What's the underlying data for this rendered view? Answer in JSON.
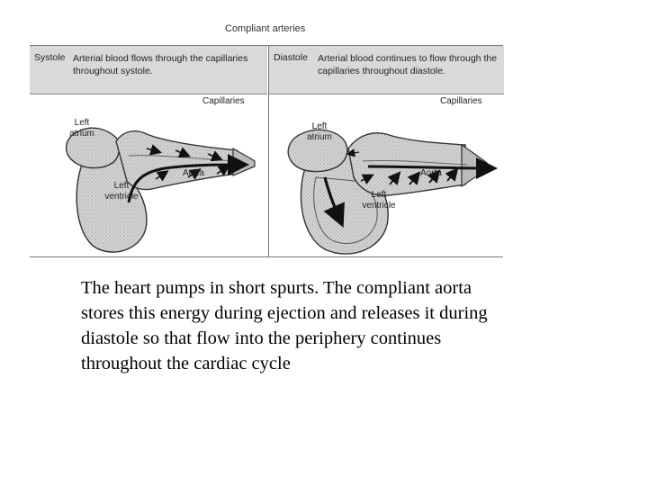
{
  "figure": {
    "title": "Compliant arteries",
    "systole": {
      "phase": "Systole",
      "description": "Arterial blood flows through the capillaries throughout systole.",
      "labels": {
        "capillaries": "Capillaries",
        "left_atrium": "Left atrium",
        "aorta": "Aorta",
        "left_ventricle": "Left ventricle"
      }
    },
    "diastole": {
      "phase": "Diastole",
      "description": "Arterial blood continues to flow through the capillaries throughout diastole.",
      "labels": {
        "capillaries": "Capillaries",
        "left_atrium": "Left atrium",
        "aorta": "Aorta",
        "left_ventricle": "Left ventricle"
      }
    }
  },
  "body_text": "The heart pumps in short spurts.  The compliant aorta stores this energy during ejection and releases it during diastole so that flow into the periphery continues throughout the cardiac cycle",
  "colors": {
    "caption_bar": "#d9d9d9",
    "heart_fill": "#d0d0d0",
    "heart_inner": "#9a9a9a",
    "arrow": "#111111"
  }
}
